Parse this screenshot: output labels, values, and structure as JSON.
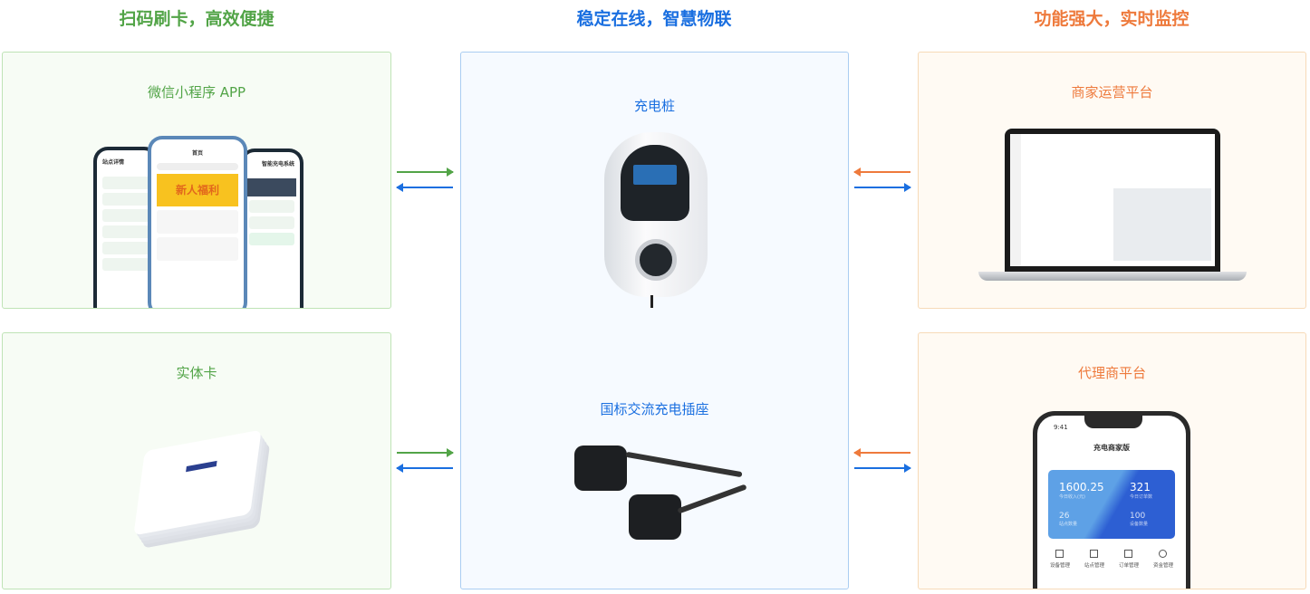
{
  "headers": {
    "left": "扫码刷卡，高效便捷",
    "center": "稳定在线，智慧物联",
    "right": "功能强大，实时监控"
  },
  "colors": {
    "green": "#52a447",
    "blue": "#1a6fe0",
    "orange": "#ee7a3c"
  },
  "left": {
    "miniapp_label": "微信小程序   APP",
    "card_label": "实体卡",
    "phones": {
      "left_title": "站点详情",
      "center_title": "首页",
      "center_banner": "新人福利",
      "right_title": "智能充电系统"
    }
  },
  "center": {
    "charger_label": "充电桩",
    "socket_label": "国标交流充电插座"
  },
  "right": {
    "merchant_label": "商家运营平台",
    "agent_label": "代理商平台",
    "agent_phone": {
      "time": "9:41",
      "title": "充电商家版",
      "stats": [
        {
          "value": "1600.25",
          "label": "今日收入(元)"
        },
        {
          "value": "321",
          "label": "今日订单数"
        },
        {
          "value": "26",
          "label": "站点数量"
        },
        {
          "value": "100",
          "label": "设备数量"
        }
      ],
      "menu": [
        "设备管理",
        "站点管理",
        "订单管理",
        "资金管理"
      ]
    }
  }
}
